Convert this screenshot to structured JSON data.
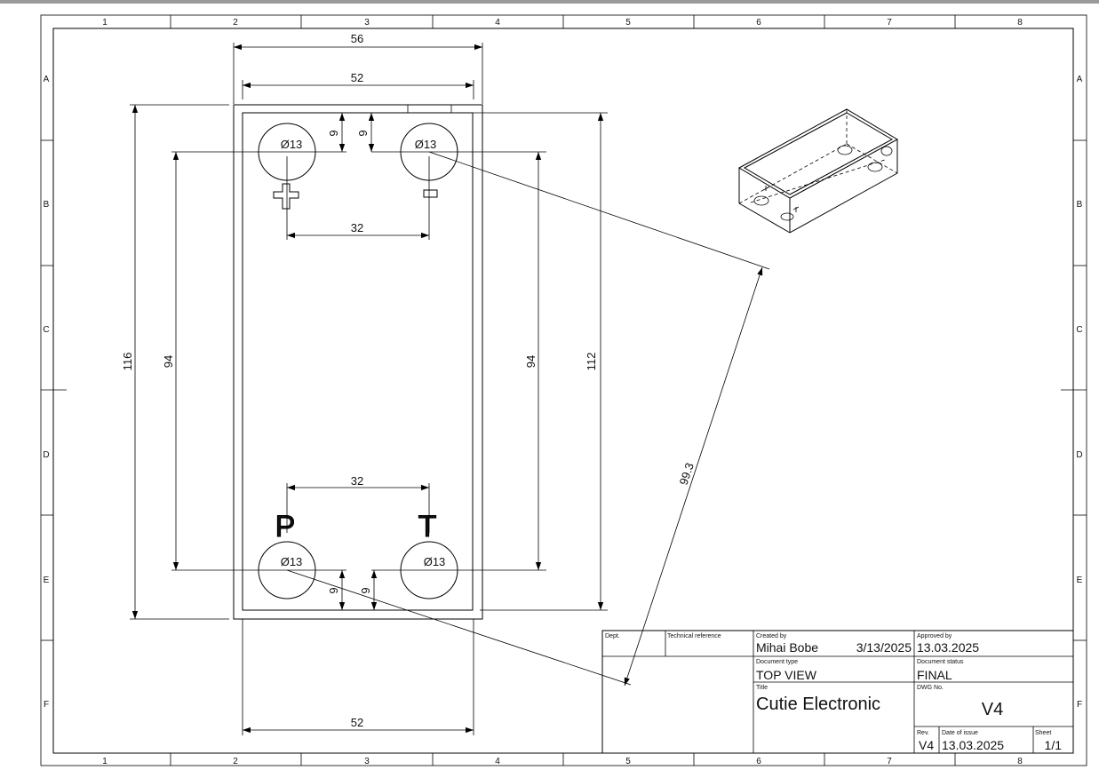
{
  "zones": {
    "columns": [
      "1",
      "2",
      "3",
      "4",
      "5",
      "6",
      "7",
      "8"
    ],
    "rows": [
      "A",
      "B",
      "C",
      "D",
      "E",
      "F"
    ]
  },
  "dimensions": {
    "outer_width": "56",
    "inner_width_top": "52",
    "inner_width_bottom": "52",
    "hole_spacing_top": "32",
    "hole_spacing_bottom": "32",
    "outer_height": "116",
    "hole_pitch_left": "94",
    "hole_pitch_right": "94",
    "inner_height": "112",
    "offset_top_left": "9",
    "offset_top_right": "9",
    "offset_bottom_left": "9",
    "offset_bottom_right": "9",
    "diagonal": "99.3"
  },
  "holes": {
    "hole_tl": "Ø13",
    "hole_tr": "Ø13",
    "hole_bl": "Ø13",
    "hole_br": "Ø13"
  },
  "markings": {
    "p_letter": "P",
    "t_letter": "T"
  },
  "title_block": {
    "dept_label": "Dept.",
    "tech_ref_label": "Technical reference",
    "created_by_label": "Created by",
    "created_by": "Mihai Bobe",
    "created_date": "3/13/2025",
    "approved_by_label": "Approved by",
    "approved_by": "13.03.2025",
    "doc_type_label": "Document type",
    "doc_type": "TOP VIEW",
    "doc_status_label": "Document status",
    "doc_status": "FINAL",
    "title_label": "Title",
    "title": "Cutie Electronic",
    "dwg_no_label": "DWG No.",
    "dwg_no": "V4",
    "rev_label": "Rev.",
    "rev": "V4",
    "date_issue_label": "Date of issue",
    "date_issue": "13.03.2025",
    "sheet_label": "Sheet",
    "sheet": "1/1"
  }
}
